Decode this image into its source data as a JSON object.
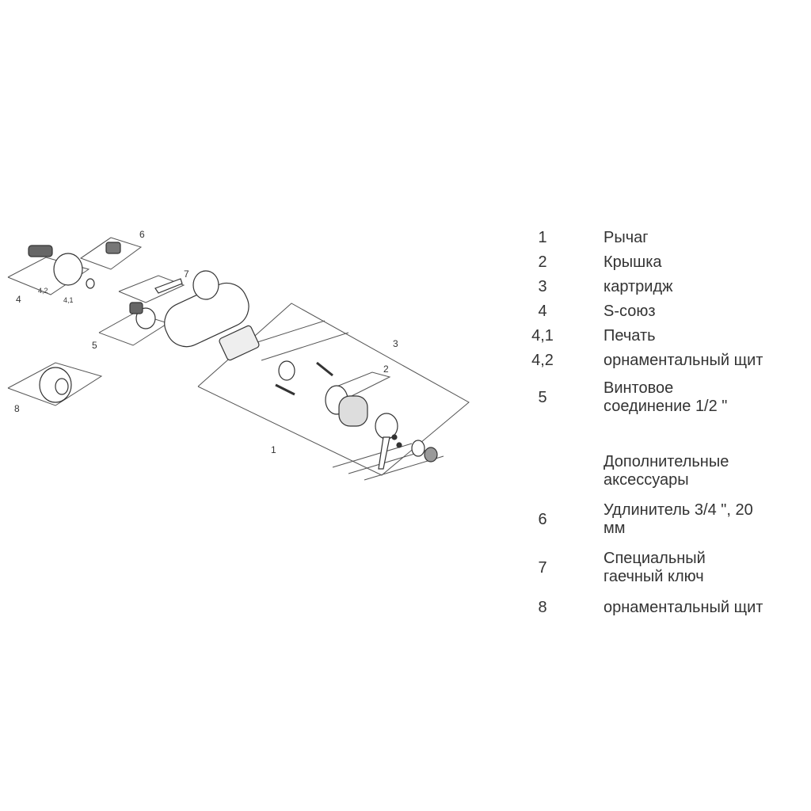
{
  "diagram": {
    "callouts": {
      "c1": "1",
      "c2": "2",
      "c3": "3",
      "c4": "4",
      "c41": "4,1",
      "c42": "4,2",
      "c5": "5",
      "c6": "6",
      "c7": "7",
      "c8": "8"
    }
  },
  "legend": {
    "p1": {
      "num": "1",
      "label": "Рычаг"
    },
    "p2": {
      "num": "2",
      "label": "Крышка"
    },
    "p3": {
      "num": "3",
      "label": "картридж"
    },
    "p4": {
      "num": "4",
      "label": "S-союз"
    },
    "p41": {
      "num": "4,1",
      "label": "Печать"
    },
    "p42": {
      "num": "4,2",
      "label": "орнаментальный щит"
    },
    "p5": {
      "num": "5",
      "label_line1": "Винтовое",
      "label_line2": "соединение 1/2 \""
    },
    "accessories_heading_line1": "Дополнительные",
    "accessories_heading_line2": "аксессуары",
    "p6": {
      "num": "6",
      "label_line1": "Удлинитель 3/4 \", 20",
      "label_line2": "мм"
    },
    "p7": {
      "num": "7",
      "label_line1": "Специальный",
      "label_line2": "гаечный ключ"
    },
    "p8": {
      "num": "8",
      "label": "орнаментальный щит"
    }
  }
}
